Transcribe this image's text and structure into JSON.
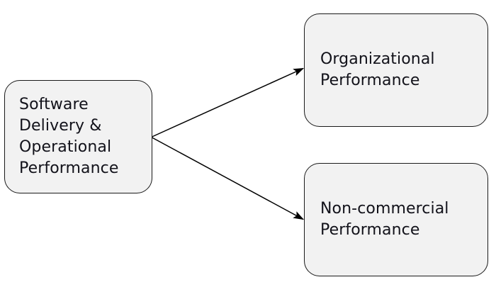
{
  "diagram": {
    "type": "flow-diagram",
    "background_color": "#ffffff",
    "node_fill_color": "#f2f2f2",
    "node_border_color": "#1a1a1a",
    "text_color": "#12121a",
    "edge_color": "#000000",
    "nodes": [
      {
        "id": "software-delivery",
        "label": "Software\nDelivery &\nOperational\nPerformance",
        "role": "source"
      },
      {
        "id": "organizational-performance",
        "label": "Organizational\nPerformance",
        "role": "target"
      },
      {
        "id": "noncommercial-performance",
        "label": "Non-commercial\nPerformance",
        "role": "target"
      }
    ],
    "edges": [
      {
        "id": "edge-to-organizational",
        "from": "software-delivery",
        "to": "organizational-performance",
        "arrowhead": "filled-triangle"
      },
      {
        "id": "edge-to-noncommercial",
        "from": "software-delivery",
        "to": "noncommercial-performance",
        "arrowhead": "filled-triangle"
      }
    ]
  }
}
